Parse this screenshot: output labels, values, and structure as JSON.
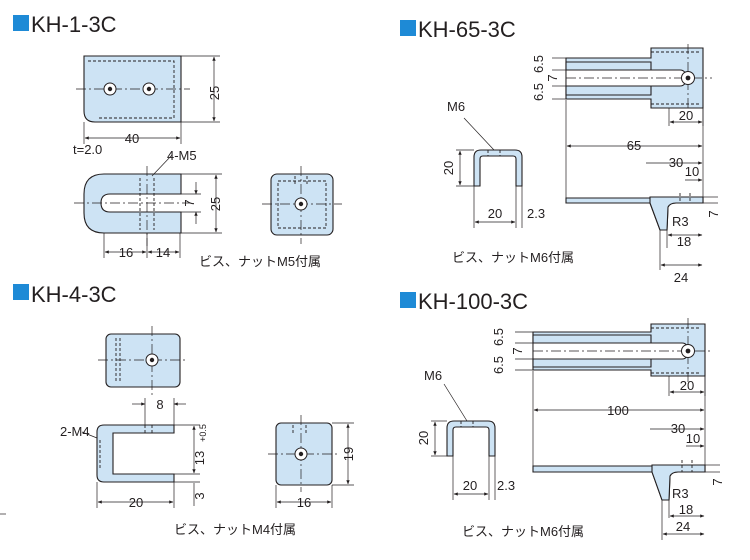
{
  "colors": {
    "part_fill": "#cde3f4",
    "marker": "#1e8ad6",
    "line": "#231f20"
  },
  "kh1": {
    "title": "KH-1-3C",
    "dim_height": "25",
    "dim_width": "40",
    "thickness": "t=2.0",
    "thread": "4-M5",
    "dim_slot": "7",
    "dim_side": "25",
    "dim_left": "16",
    "dim_right": "14",
    "note": "ビス、ナットM5付属"
  },
  "kh4": {
    "title": "KH-4-3C",
    "dim_top": "8",
    "thread": "2-M4",
    "dim_opening": "13",
    "tolerance": "+0.5",
    "dim_lip": "3",
    "dim_width": "20",
    "dim_side": "19",
    "dim_side_w": "16",
    "note": "ビス、ナットM4付属"
  },
  "kh65": {
    "title": "KH-65-3C",
    "dim_a": "6.5",
    "dim_b": "6.5",
    "dim_slot": "7",
    "dim_end": "20",
    "thread": "M6",
    "dim_channel_h": "20",
    "dim_channel_w": "20",
    "dim_lip": "2.3",
    "dim_length": "65",
    "dim_30": "30",
    "dim_10": "10",
    "radius": "R3",
    "dim_18": "18",
    "dim_24": "24",
    "dim_7": "7",
    "note": "ビス、ナットM6付属"
  },
  "kh100": {
    "title": "KH-100-3C",
    "dim_a": "6.5",
    "dim_b": "6.5",
    "dim_slot": "7",
    "dim_end": "20",
    "thread": "M6",
    "dim_channel_h": "20",
    "dim_channel_w": "20",
    "dim_lip": "2.3",
    "dim_length": "100",
    "dim_30": "30",
    "dim_10": "10",
    "radius": "R3",
    "dim_18": "18",
    "dim_24": "24",
    "dim_7": "7",
    "note": "ビス、ナットM6付属"
  }
}
